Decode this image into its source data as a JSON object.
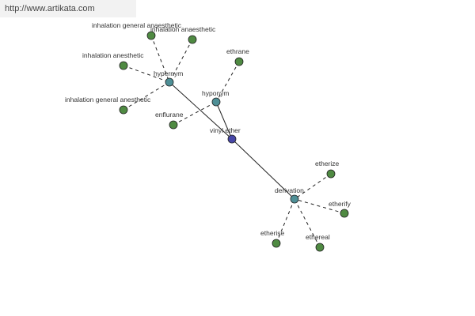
{
  "watermark": "http://www.artikata.com",
  "colors": {
    "center": "#4747a8",
    "relation": "#4e8f96",
    "leaf": "#4f8a42",
    "edge": "#222222"
  },
  "graph": {
    "center": {
      "id": "vinyl",
      "label": "vinyl ether"
    },
    "relations": [
      {
        "id": "hypernym",
        "label": "hypernym"
      },
      {
        "id": "hyponym",
        "label": "hyponym"
      },
      {
        "id": "derivation",
        "label": "derivation"
      }
    ],
    "leaves": [
      {
        "id": "l1",
        "label": "inhalation general anaesthetic",
        "parent": "hypernym"
      },
      {
        "id": "l2",
        "label": "inhalation anaesthetic",
        "parent": "hypernym"
      },
      {
        "id": "l3",
        "label": "inhalation anesthetic",
        "parent": "hypernym"
      },
      {
        "id": "l4",
        "label": "inhalation general anesthetic",
        "parent": "hypernym"
      },
      {
        "id": "l5",
        "label": "ethrane",
        "parent": "hyponym"
      },
      {
        "id": "l6",
        "label": "enflurane",
        "parent": "hyponym"
      },
      {
        "id": "l7",
        "label": "etherize",
        "parent": "derivation"
      },
      {
        "id": "l8",
        "label": "etherify",
        "parent": "derivation"
      },
      {
        "id": "l9",
        "label": "etherise",
        "parent": "derivation"
      },
      {
        "id": "l10",
        "label": "ethereal",
        "parent": "derivation"
      }
    ]
  }
}
